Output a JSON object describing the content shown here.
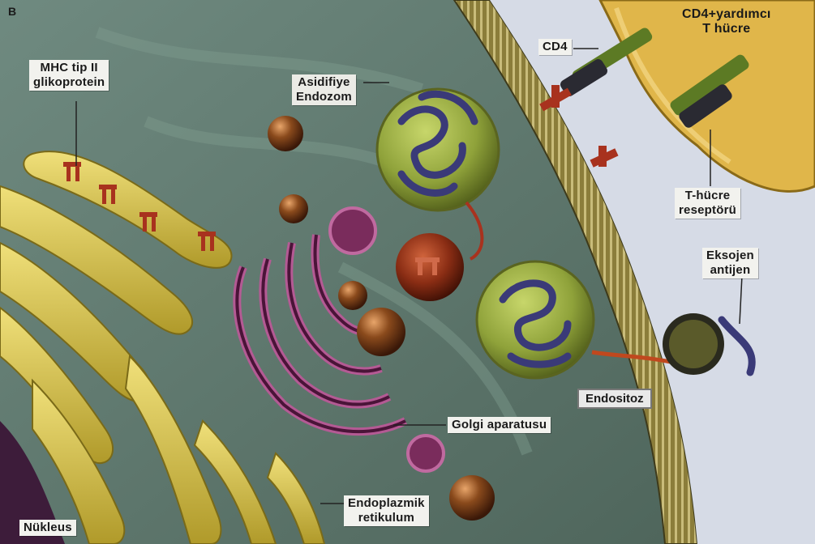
{
  "panel_letter": "B",
  "labels": {
    "mhc": [
      "MHC tip II",
      "glikoprotein"
    ],
    "acidified_endosome": [
      "Asidifiye",
      "Endozom"
    ],
    "cd4": "CD4",
    "t_cell": [
      "CD4+yardımcı",
      "T hücre"
    ],
    "tcr": [
      "T-hücre",
      "reseptörü"
    ],
    "exogenous_antigen": [
      "Eksojen",
      "antijen"
    ],
    "endocytosis": "Endositoz",
    "golgi": "Golgi aparatusu",
    "er": [
      "Endoplazmik",
      "retikulum"
    ],
    "nucleus": "Nükleus"
  },
  "colors": {
    "cytoplasm": "#5e7a6f",
    "er_yellow": "#d8c247",
    "golgi_purple": "#7a2c5c",
    "endosome_green": "#8fa23a",
    "membrane": "#8b7d3a",
    "mhc_red": "#a8321e",
    "t_cell_gold": "#e0b64a",
    "extracellular": "#dfe4ee"
  }
}
